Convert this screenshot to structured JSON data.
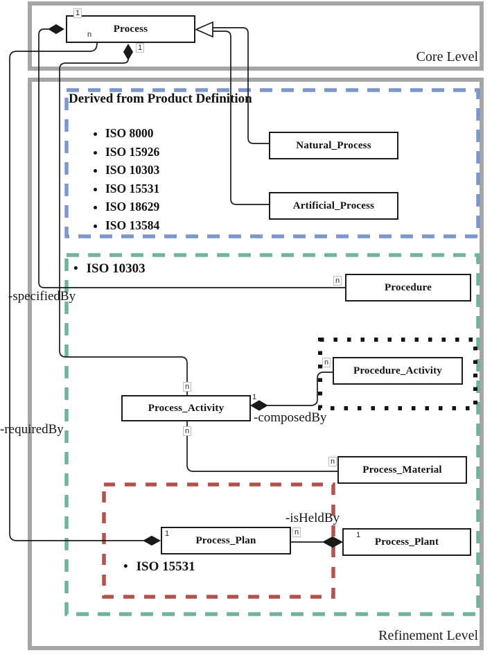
{
  "levels": {
    "core": "Core Level",
    "refinement": "Refinement Level"
  },
  "classes": {
    "process": "Process",
    "natural_process": "Natural_Process",
    "artificial_process": "Artificial_Process",
    "procedure": "Procedure",
    "procedure_activity": "Procedure_Activity",
    "process_activity": "Process_Activity",
    "process_material": "Process_Material",
    "process_plan": "Process_Plan",
    "process_plant": "Process_Plant"
  },
  "derived_group": {
    "title": "Derived from Product Definition",
    "standards": [
      "ISO 8000",
      "ISO 15926",
      "ISO 10303",
      "ISO 15531",
      "ISO 18629",
      "ISO 13584"
    ]
  },
  "group_labels": {
    "refinement_standard": "ISO 10303",
    "plan_standard": "ISO 15531"
  },
  "associations": {
    "specified_by": "-specifiedBy",
    "required_by": "-requiredBy",
    "composed_by": "-composedBy",
    "is_held_by": "-isHeldBy"
  },
  "multiplicities": {
    "m1": "1",
    "m2": "n",
    "m3": "1",
    "m4": "n",
    "m5": "n",
    "m6": "1",
    "m7": "n",
    "m8": "n",
    "m9": "n",
    "m10": "1",
    "m11": "n",
    "m12": "1"
  },
  "colors": {
    "blue_frame": "#7b97cb",
    "teal_frame": "#6fb3a1",
    "red_frame": "#b2534f",
    "gray_frame": "#a6a6a6",
    "line": "#1a1a1a"
  }
}
